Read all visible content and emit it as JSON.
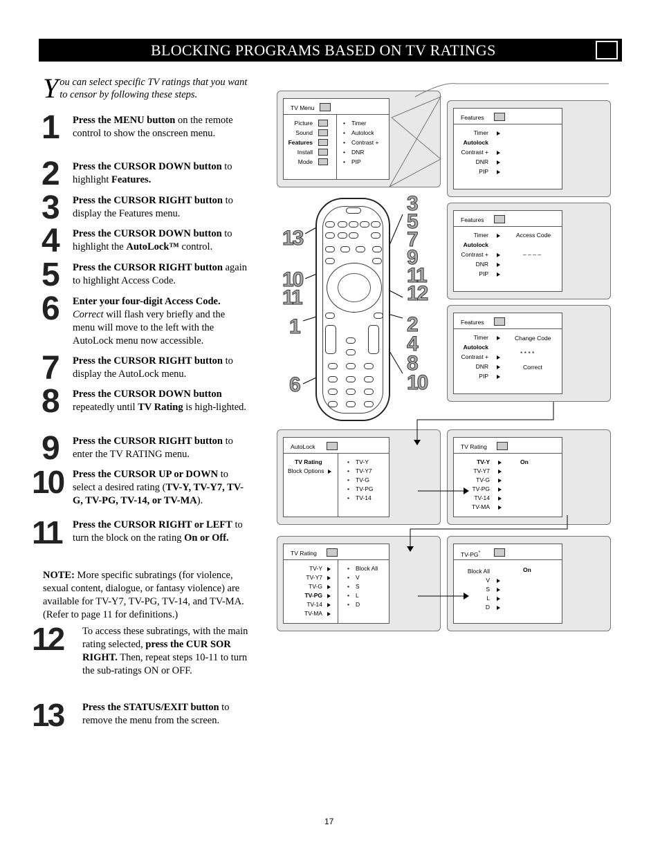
{
  "header": {
    "title": "Blocking Programs Based on TV Ratings",
    "title_display": "BLOCKING PROGRAMS BASED ON TV RATINGS"
  },
  "intro": {
    "dropcap": "Y",
    "text": "ou can select specific TV ratings that you want to censor by following these steps."
  },
  "steps": [
    {
      "num": "1",
      "bold": "Press the MENU button",
      "rest": " on the remote control to show the onscreen menu."
    },
    {
      "num": "2",
      "bold": "Press the CURSOR DOWN button",
      "rest": " to highlight ",
      "bold2": "Features."
    },
    {
      "num": "3",
      "bold": "Press the CURSOR RIGHT button",
      "rest": " to display the Features menu."
    },
    {
      "num": "4",
      "bold": "Press the CURSOR DOWN button",
      "rest": " to highlight the ",
      "bold2": "AutoLock™",
      "rest2": " control."
    },
    {
      "num": "5",
      "bold": "Press the CURSOR RIGHT button",
      "rest": " again to highlight Access Code."
    },
    {
      "num": "6",
      "bold": "Enter your four-digit Access Code.",
      "italic": "Correct",
      "rest": " will flash very briefly and the menu will move to the left with the AutoLock menu now accessible."
    },
    {
      "num": "7",
      "bold": "Press the CURSOR RIGHT button",
      "rest": " to display the AutoLock menu."
    },
    {
      "num": "8",
      "bold": "Press the CURSOR DOWN button",
      "rest": " repeatedly until ",
      "bold2": "TV Rating",
      "rest2": " is high-lighted."
    },
    {
      "num": "9",
      "bold": "Press the CURSOR RIGHT button",
      "rest": " to enter the TV RATING menu."
    },
    {
      "num": "10",
      "bold": "Press the CURSOR UP or DOWN",
      "rest": " to select a desired rating (",
      "bold2": "TV-Y, TV-Y7, TV-G, TV-PG, TV-14, or TV-MA",
      "rest2": ")."
    },
    {
      "num": "11",
      "bold": "Press the CURSOR RIGHT or LEFT",
      "rest": " to turn the block on the rating ",
      "bold2": "On or Off."
    },
    {
      "num": "12",
      "rest": "To access these subratings, with the main rating selected, ",
      "bold2": "press the CUR SOR RIGHT.",
      "rest2": " Then, repeat steps 10-11 to turn the sub-ratings ON or OFF."
    },
    {
      "num": "13",
      "bold": "Press the STATUS/EXIT button",
      "rest": " to remove the menu from the screen."
    }
  ],
  "note": {
    "label": "NOTE:",
    "text": " More specific subratings (for violence, sexual content, dialogue, or fantasy violence) are available for TV-Y7, TV-PG, TV-14, and TV-MA. (Refer to page 11 for definitions.)"
  },
  "page_number": "17",
  "tv_menu": {
    "title": "TV Menu",
    "left": [
      "Picture",
      "Sound",
      "Features",
      "Install",
      "Mode"
    ],
    "right": [
      "Timer",
      "Autolock",
      "Contrast +",
      "DNR",
      "PIP"
    ]
  },
  "features": {
    "title": "Features",
    "items": [
      "Timer",
      "Autolock",
      "Contrast +",
      "DNR",
      "PIP"
    ],
    "access_code": "Access Code",
    "code_dashes": "– – – –",
    "change_code": "Change Code",
    "stars": "* * * *",
    "correct": "Correct"
  },
  "autolock": {
    "title": "AutoLock",
    "left": [
      "TV Rating",
      "Block Options"
    ],
    "right": [
      "TV-Y",
      "TV-Y7",
      "TV-G",
      "TV-PG",
      "TV-14"
    ]
  },
  "tv_rating": {
    "title": "TV Rating",
    "items": [
      "TV-Y",
      "TV-Y7",
      "TV-G",
      "TV-PG",
      "TV-14",
      "TV-MA"
    ],
    "on": "On"
  },
  "tv_rating_sub": {
    "right": [
      "Block All",
      "V",
      "S",
      "L",
      "D"
    ]
  },
  "tvpg": {
    "title": "TV-PG",
    "sup": "*",
    "items": [
      "Block All",
      "V",
      "S",
      "L",
      "D"
    ],
    "on": "On"
  },
  "remote_callouts": {
    "a": "13",
    "b": "3\n5\n7\n9\n11\n12",
    "c": "10\n11",
    "d": "1",
    "e": "2\n4\n8\n10",
    "f": "6"
  }
}
